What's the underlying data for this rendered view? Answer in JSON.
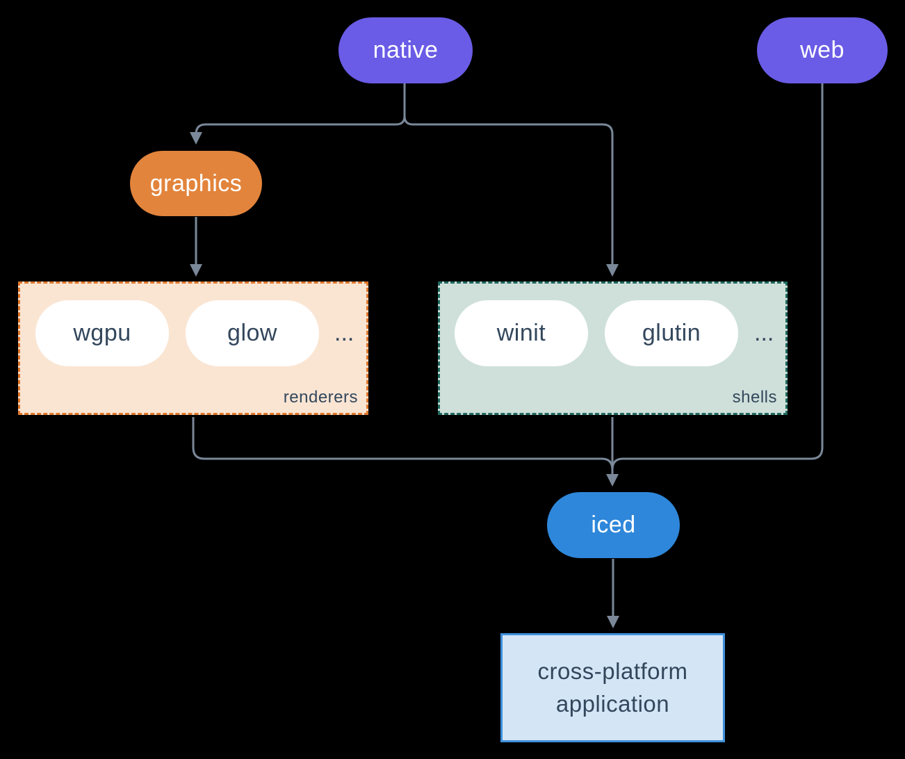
{
  "diagram": {
    "nodes": {
      "native": "native",
      "web": "web",
      "graphics": "graphics",
      "iced": "iced",
      "application": {
        "line1": "cross-platform",
        "line2": "application"
      }
    },
    "groups": {
      "renderers": {
        "label": "renderers",
        "pills": [
          "wgpu",
          "glow"
        ],
        "more": "..."
      },
      "shells": {
        "label": "shells",
        "pills": [
          "winit",
          "glutin"
        ],
        "more": "..."
      }
    },
    "edges": [
      "native -> graphics",
      "native -> shells",
      "graphics -> renderers",
      "renderers -> iced",
      "shells -> iced",
      "web -> iced",
      "iced -> application"
    ],
    "colors": {
      "background": "#000000",
      "purple_pill": "#6A5CE6",
      "orange_pill": "#E2843C",
      "blue_pill": "#2E87DA",
      "renderers_bg": "#FAE5D3",
      "renderers_border": "#E0772B",
      "shells_bg": "#CFE0DA",
      "shells_border": "#20695F",
      "app_bg": "#D4E5F6",
      "app_border": "#3E8FDB",
      "connector": "#7A8899",
      "dark_text": "#33475C"
    }
  }
}
